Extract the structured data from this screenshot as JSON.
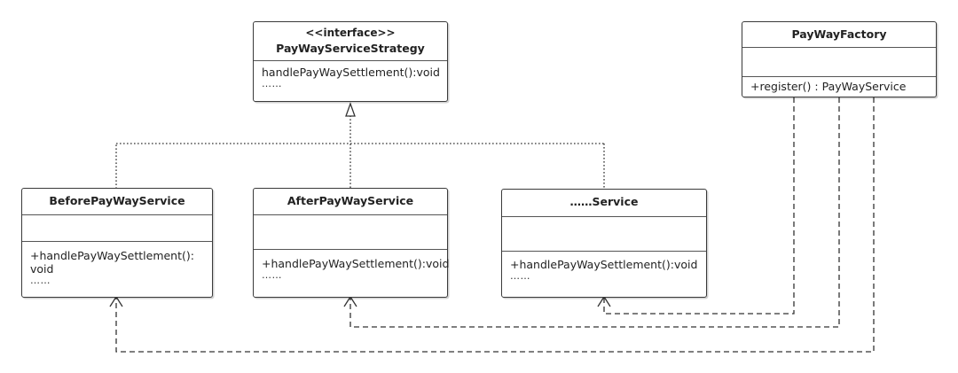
{
  "interface": {
    "stereotype": "<<interface>>",
    "name": "PayWayServiceStrategy",
    "operation": "handlePayWaySettlement():void",
    "more": "……"
  },
  "factory": {
    "name": "PayWayFactory",
    "operation": "+register() : PayWayService"
  },
  "before_service": {
    "name": "BeforePayWayService",
    "operation": "+handlePayWaySettlement():void",
    "more": "……"
  },
  "after_service": {
    "name": "AfterPayWayService",
    "operation": "+handlePayWaySettlement():void",
    "more": "……"
  },
  "other_service": {
    "name": "……Service",
    "operation": "+handlePayWaySettlement():void",
    "more": "……"
  }
}
